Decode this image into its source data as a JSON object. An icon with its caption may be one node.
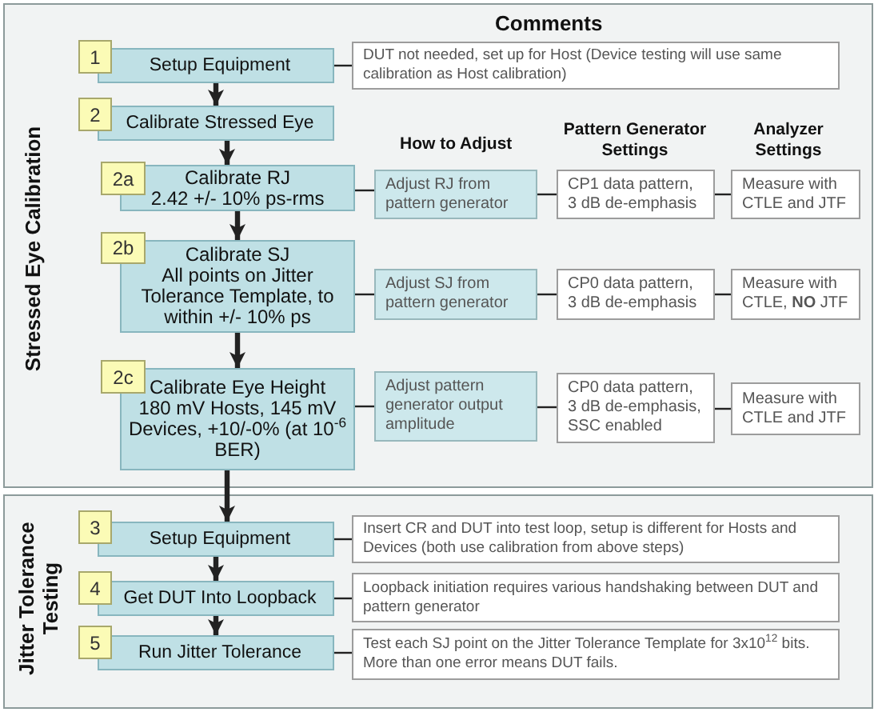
{
  "diagram": {
    "nodes": [
      {
        "text": [
          "Stressed Eye Calibration"
        ]
      },
      {
        "text": [
          "1"
        ],
        "in": 0
      },
      {
        "text": [
          "Setup Equipment"
        ],
        "in": 0
      },
      {
        "text": [
          "DUT not needed, set up for Host (Device testing will use same calibration as Host calibration)"
        ],
        "in": 0
      },
      {
        "text": [
          "2"
        ],
        "in": 0
      },
      {
        "text": [
          "Calibrate Stressed Eye"
        ],
        "in": 0
      },
      {
        "text": [
          "2a"
        ],
        "in": 0
      },
      {
        "text": [
          "Calibrate RJ",
          "2.42 +/- 10% ps-rms"
        ],
        "in": 0
      },
      {
        "text": [
          "Adjust RJ from pattern generator"
        ],
        "in": 0
      },
      {
        "text": [
          "CP1 data pattern, 3 dB de-emphasis"
        ],
        "in": 0
      },
      {
        "text": [
          "Measure with CTLE and JTF"
        ],
        "in": 0
      },
      {
        "text": [
          "2b"
        ],
        "in": 0
      },
      {
        "text": [
          "Calibrate SJ",
          "All points on Jitter Tolerance Template, to within +/- 10% ps"
        ],
        "in": 0
      },
      {
        "text": [
          "Adjust SJ from pattern generator"
        ],
        "in": 0
      },
      {
        "text": [
          "CP0 data pattern, 3 dB de-emphasis"
        ],
        "in": 0
      },
      {
        "text": [
          "Measure with CTLE, **NO** JTF"
        ],
        "in": 0
      },
      {
        "text": [
          "2c"
        ],
        "in": 0
      },
      {
        "text": [
          "Calibrate Eye Height",
          "180 mV Hosts, 145 mV Devices, +10/-0% (at 10$^{-6}$ BER)"
        ],
        "in": 0
      },
      {
        "text": [
          "Adjust pattern generator output amplitude"
        ],
        "in": 0
      },
      {
        "text": [
          "CP0 data pattern, 3 dB de-emphasis, SSC enabled"
        ],
        "in": 0
      },
      {
        "text": [
          "Measure with CTLE and JTF"
        ],
        "in": 0
      },
      {
        "text": [
          "Jitter Tolerance Testing"
        ]
      },
      {
        "text": [
          "3"
        ],
        "in": 21
      },
      {
        "text": [
          "Setup Equipment"
        ],
        "in": 21
      },
      {
        "text": [
          "Insert CR and DUT into test loop, setup is different for Hosts and Devices (both use calibration from above steps)"
        ],
        "in": 21
      },
      {
        "text": [
          "4"
        ],
        "in": 21
      },
      {
        "text": [
          "Get DUT Into Loopback"
        ],
        "in": 21
      },
      {
        "text": [
          "Loopback initiation requires various handshaking between DUT and pattern generator"
        ],
        "in": 21
      },
      {
        "text": [
          "5"
        ],
        "in": 21
      },
      {
        "text": [
          "Run Jitter Tolerance"
        ],
        "in": 21
      },
      {
        "text": [
          "Test each SJ point on the Jitter Tolerance Template for 3x10$^{12}$ bits. More than one error means DUT fails."
        ],
        "in": 21
      }
    ],
    "edges": [
      {
        "from": 2,
        "to": 5,
        "arrow": "to",
        "style": "thick"
      },
      {
        "from": 5,
        "to": 7,
        "arrow": "to",
        "style": "thick"
      },
      {
        "from": 7,
        "to": 12,
        "arrow": "to",
        "style": "thick"
      },
      {
        "from": 12,
        "to": 17,
        "arrow": "to",
        "style": "thick"
      },
      {
        "from": 17,
        "to": 23,
        "arrow": "to",
        "style": "thick"
      },
      {
        "from": 23,
        "to": 26,
        "arrow": "to",
        "style": "thick"
      },
      {
        "from": 26,
        "to": 29,
        "arrow": "to",
        "style": "thick"
      },
      {
        "from": 2,
        "to": 3,
        "arrow": "none"
      },
      {
        "from": 7,
        "to": 8,
        "arrow": "none"
      },
      {
        "from": 8,
        "to": 9,
        "arrow": "none"
      },
      {
        "from": 9,
        "to": 10,
        "arrow": "none"
      },
      {
        "from": 12,
        "to": 13,
        "arrow": "none"
      },
      {
        "from": 13,
        "to": 14,
        "arrow": "none"
      },
      {
        "from": 14,
        "to": 15,
        "arrow": "none"
      },
      {
        "from": 17,
        "to": 18,
        "arrow": "none"
      },
      {
        "from": 18,
        "to": 19,
        "arrow": "none"
      },
      {
        "from": 19,
        "to": 20,
        "arrow": "none"
      },
      {
        "from": 23,
        "to": 24,
        "arrow": "none"
      },
      {
        "from": 26,
        "to": 27,
        "arrow": "none"
      },
      {
        "from": 29,
        "to": 30,
        "arrow": "none"
      }
    ],
    "labels": [
      "Comments",
      "How to Adjust",
      "Pattern Generator Settings",
      "Analyzer Settings"
    ]
  }
}
